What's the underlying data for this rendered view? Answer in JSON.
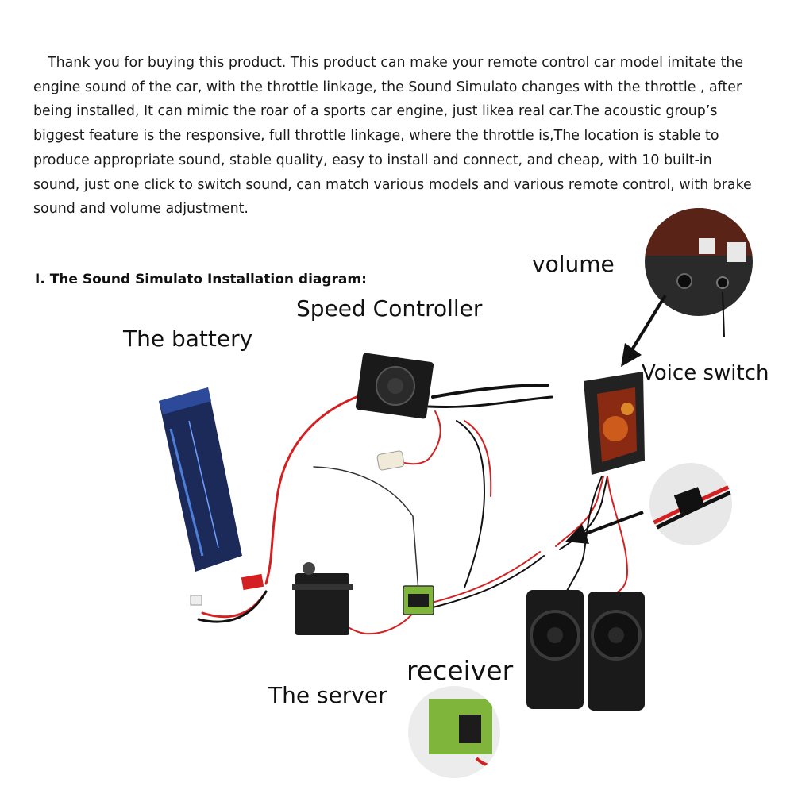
{
  "intro": "Thank you for buying this product. This product can make your remote control car model imitate the engine sound of the car, with the throttle linkage, the Sound Simulato changes with the throttle , after being installed, It can mimic the roar of a sports car engine, just likea real car.The acoustic group’s biggest feature is the responsive, full throttle linkage, where the throttle is,The location is stable to produce appropriate sound, stable quality, easy to install and connect, and cheap, with 10 built-in sound, just one click to switch sound, can match various models and various remote control, with brake sound and volume adjustment.",
  "heading": "I.  The Sound Simulato Installation diagram:",
  "labels": {
    "volume": "volume",
    "speed_controller": "Speed Controller",
    "battery": "The battery",
    "voice_switch": "Voice switch",
    "receiver": "receiver",
    "server": "The server"
  },
  "colors": {
    "red_wire": "#d42020",
    "black_wire": "#111111",
    "battery_body": "#1c2a5a",
    "receiver_green": "#7fb53a"
  }
}
